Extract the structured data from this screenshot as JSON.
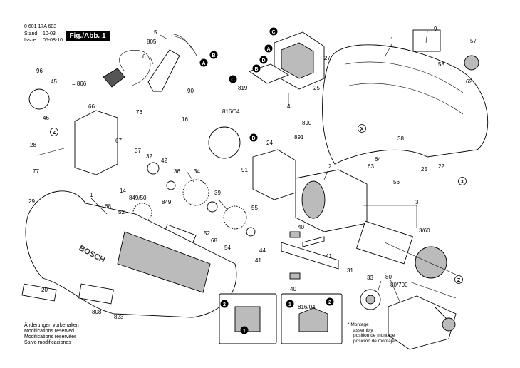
{
  "header": {
    "part_number": "0 601 17A 603",
    "stand_label": "Stand",
    "stand_value": "10-03",
    "issue_label": "Issue",
    "issue_value": "05-08-10"
  },
  "figure_label": "Fig./Abb. 1",
  "brand_text": "BOSCH",
  "notes": [
    "Änderungen vorbehalten",
    "Modifications reserved",
    "Modifications réservées",
    "Salvo modificaciones"
  ],
  "assembly_note": [
    "Montage",
    "assembly",
    "position de montage",
    "posición de montaje"
  ],
  "part_labels": [
    "0 601 17A 603"
  ],
  "callouts": {
    "p1": "1",
    "p1b": "1",
    "p2": "2",
    "p3": "3",
    "p360": "3/60",
    "p4": "4",
    "p5": "5",
    "p6": "6",
    "p9": "9",
    "p14": "14",
    "p16": "16",
    "p20": "20",
    "p22": "22",
    "p24": "24",
    "p25a": "25",
    "p25b": "25",
    "p27": "27",
    "p28": "28",
    "p29": "29",
    "p31": "31",
    "p32": "32",
    "p33": "33",
    "p34": "34",
    "p36": "36",
    "p37": "37",
    "p38": "38",
    "p39": "39",
    "p40a": "40",
    "p40b": "40",
    "p41a": "41",
    "p41b": "41",
    "p42": "42",
    "p44": "44",
    "p45": "45",
    "p46": "46",
    "p52a": "52",
    "p52b": "52",
    "p54": "54",
    "p55": "55",
    "p56": "56",
    "p57": "57",
    "p58": "58",
    "p62": "62",
    "p63": "63",
    "p64": "64",
    "p66": "66",
    "p67": "67",
    "p68a": "68",
    "p68b": "68",
    "p76": "76",
    "p77": "77",
    "p80": "80",
    "p8070": "80/700",
    "p808": "808",
    "p805": "805",
    "p816a": "816/04",
    "p816b": "816/04",
    "p819": "819",
    "p823": "823",
    "p84950": "849/50",
    "p849": "849",
    "p866": "= 866",
    "p890": "890",
    "p891": "891",
    "p90": "90",
    "p91": "91",
    "p96": "96"
  },
  "markers": {
    "A": "A",
    "B": "B",
    "C": "C",
    "D": "D",
    "X": "X",
    "Z": "Z",
    "m1": "1",
    "m2": "2"
  }
}
